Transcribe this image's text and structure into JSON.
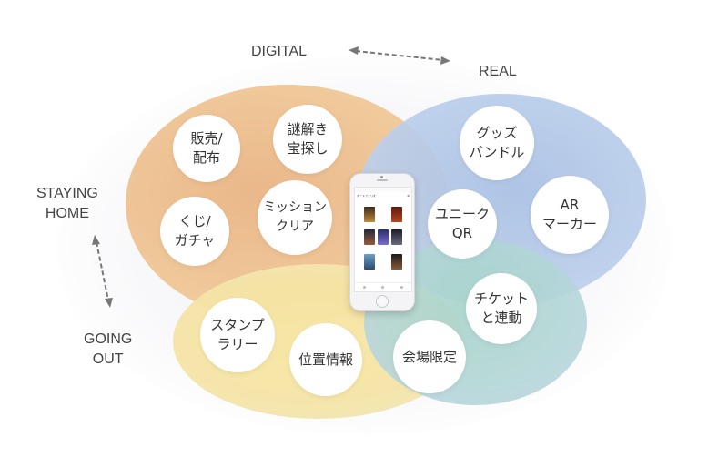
{
  "axes": {
    "digital": "DIGITAL",
    "real": "REAL",
    "staying_home": "STAYING\nHOME",
    "going_out": "GOING\nOUT"
  },
  "bubbles": {
    "sales": "販売/\n配布",
    "treasure_hunt": "謎解き\n宝探し",
    "lottery": "くじ/\nガチャ",
    "mission": "ミッション\nクリア",
    "goods_bundle": "グッズ\nバンドル",
    "unique_qr": "ユニーク\nQR",
    "ar_marker": "AR\nマーカー",
    "ticket": "チケット\nと連動",
    "stamp_rally": "スタンプ\nラリー",
    "location": "位置情報",
    "venue_limited": "会場限定"
  },
  "phone": {
    "screen_title": "ポートフォリオ"
  },
  "colors": {
    "staying_home_digital": "#e9b484",
    "staying_home_real": "#a9c0e4",
    "going_out_digital": "#f6e6a0",
    "going_out_real": "#a7d4c9",
    "arrow": "#777777"
  }
}
